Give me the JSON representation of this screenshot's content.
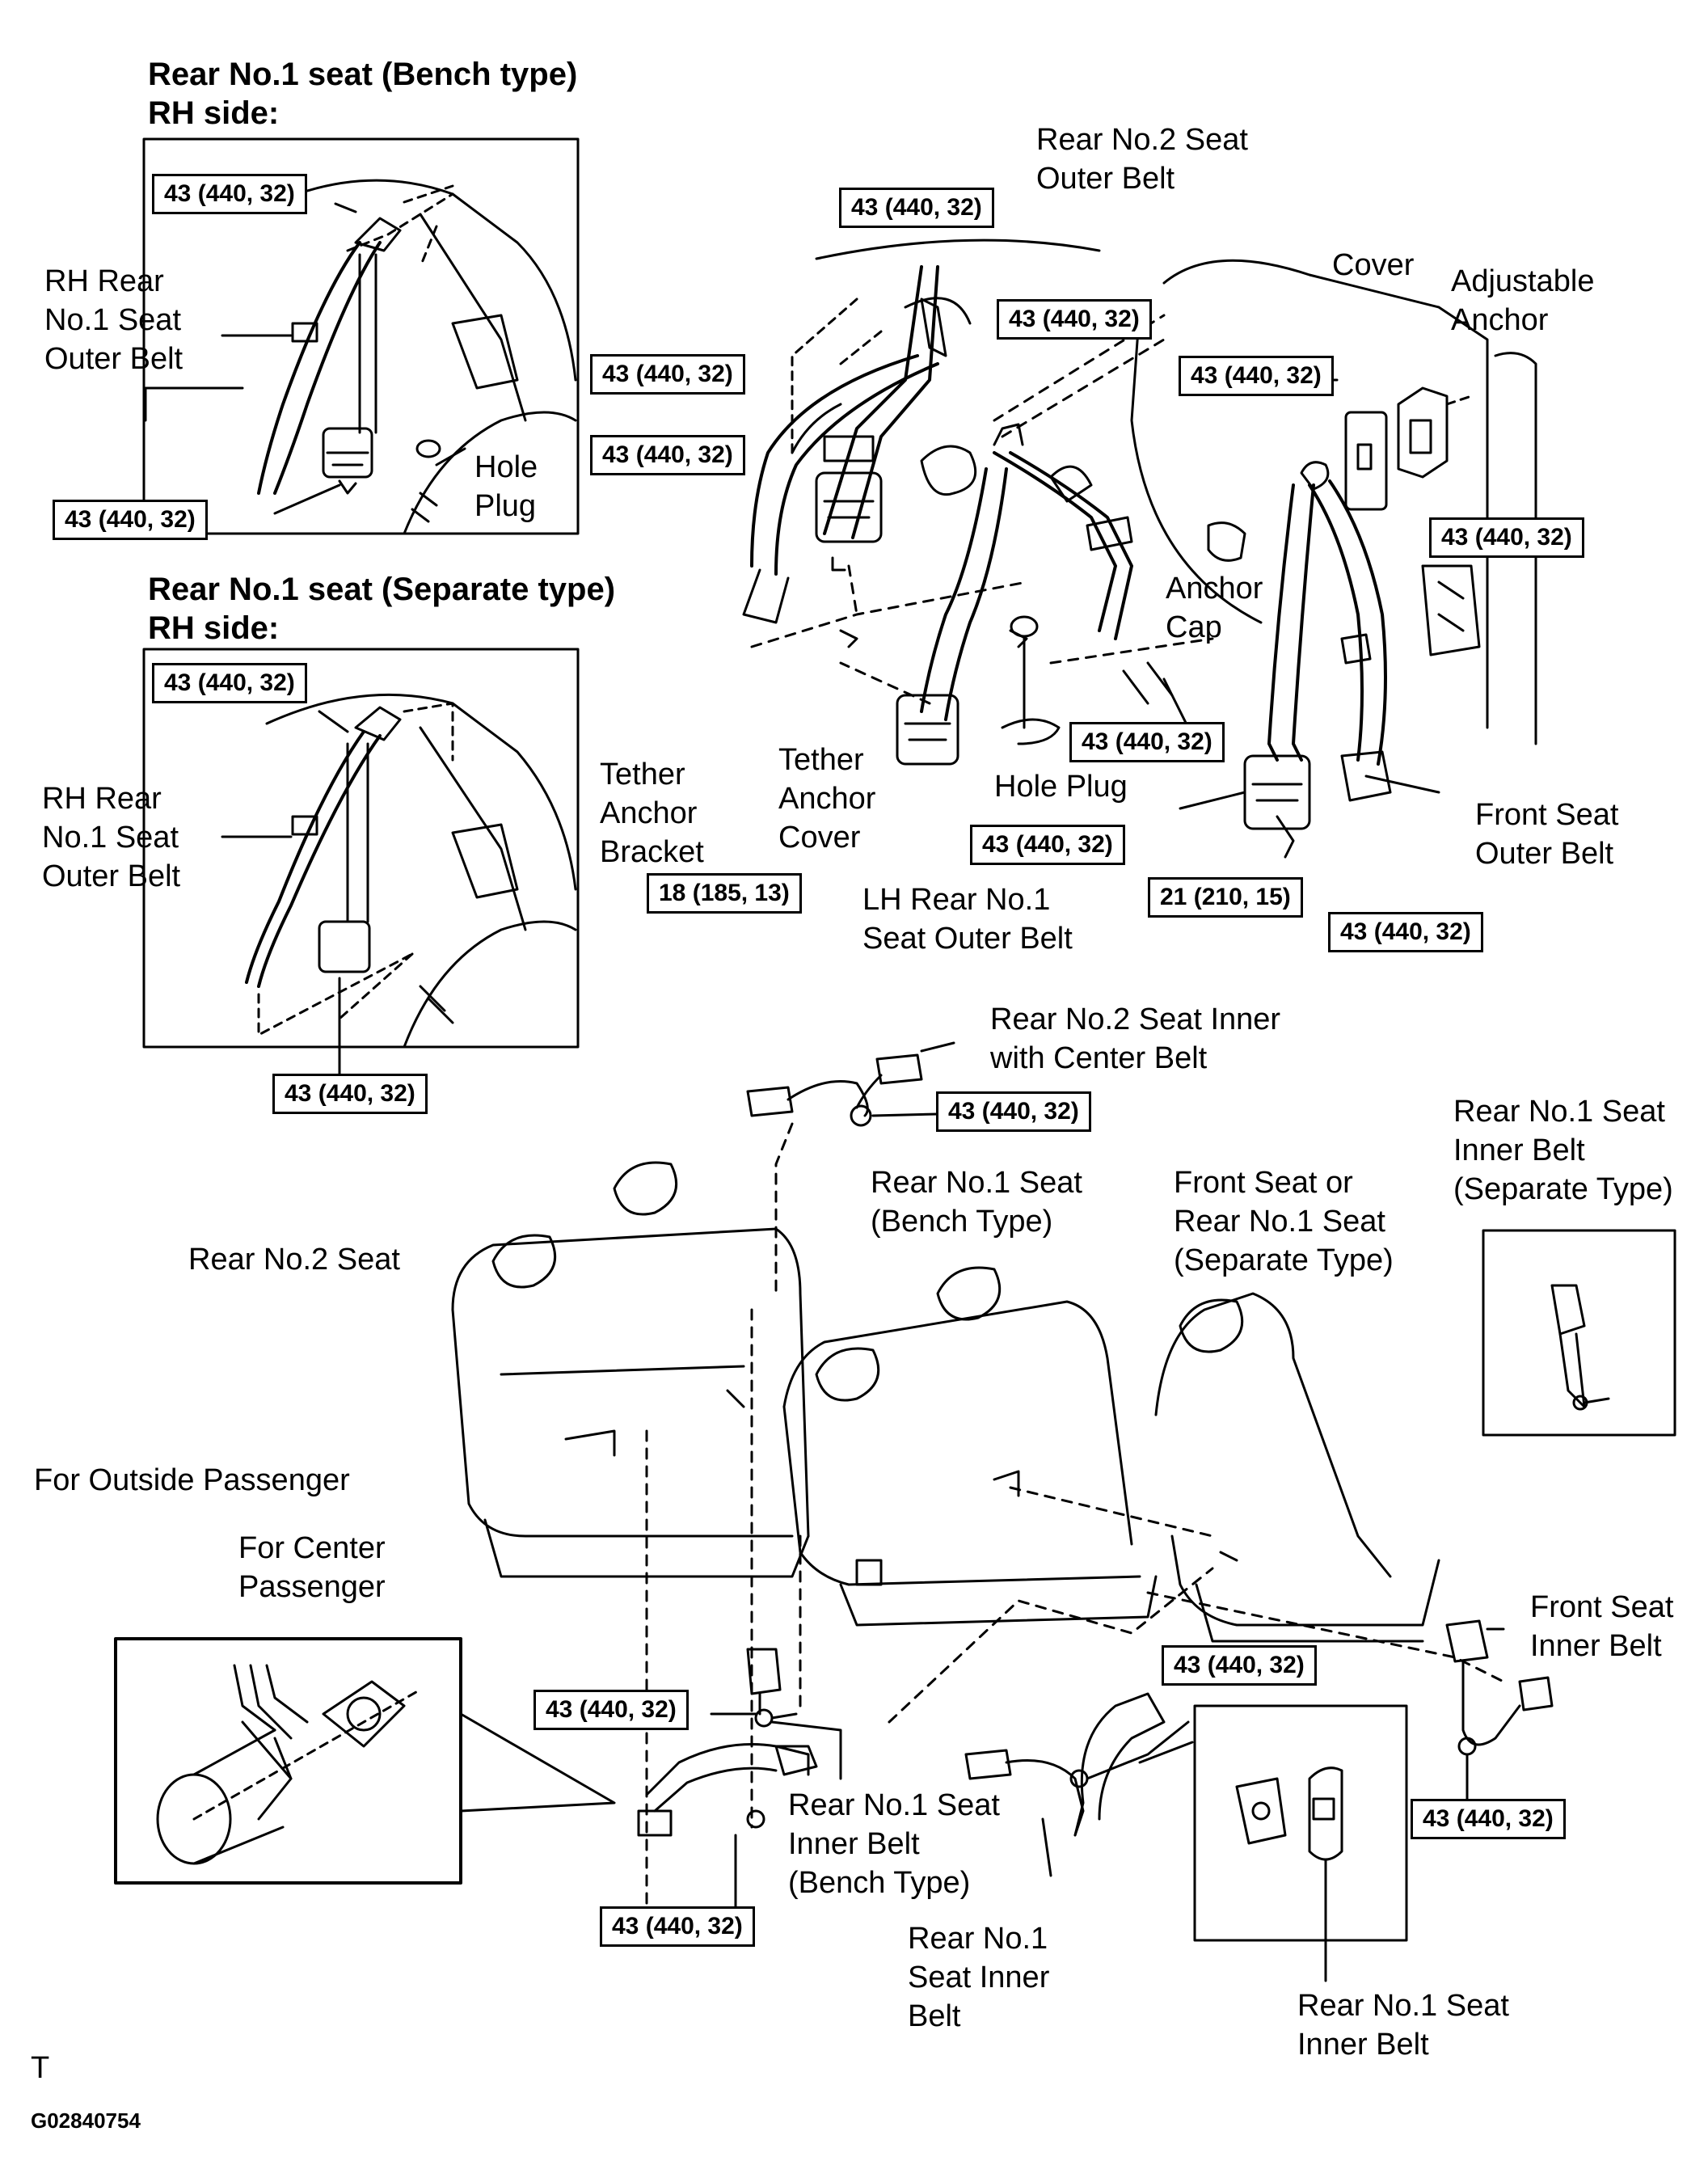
{
  "headers": {
    "bench": [
      "Rear No.1 seat (Bench type)",
      "RH side:"
    ],
    "separate": [
      "Rear No.1 seat (Separate type)",
      "RH side:"
    ]
  },
  "labels": {
    "rh_outer_bench": [
      "RH Rear",
      "No.1 Seat",
      "Outer Belt"
    ],
    "hole_plug_1": [
      "Hole",
      "Plug"
    ],
    "rh_outer_separate": [
      "RH Rear",
      "No.1 Seat",
      "Outer Belt"
    ],
    "rear2_outer": [
      "Rear No.2 Seat",
      "Outer Belt"
    ],
    "cover": "Cover",
    "adjustable_anchor": [
      "Adjustable",
      "Anchor"
    ],
    "anchor_cap": [
      "Anchor",
      "Cap"
    ],
    "tether_bracket": [
      "Tether",
      "Anchor",
      "Bracket"
    ],
    "tether_cover": [
      "Tether",
      "Anchor",
      "Cover"
    ],
    "hole_plug_2": "Hole Plug",
    "lh_outer": [
      "LH Rear No.1",
      "Seat Outer Belt"
    ],
    "front_outer": [
      "Front Seat",
      "Outer Belt"
    ],
    "rear2_inner": [
      "Rear No.2 Seat Inner",
      "with Center Belt"
    ],
    "rear1_inner_sep_top": [
      "Rear No.1 Seat",
      "Inner Belt",
      "(Separate Type)"
    ],
    "rear1_bench_seat": [
      "Rear No.1 Seat",
      "(Bench Type)"
    ],
    "front_or_rear1_sep": [
      "Front Seat or",
      "Rear No.1 Seat",
      "(Separate Type)"
    ],
    "rear2_seat": "Rear No.2 Seat",
    "outside_passenger": "For Outside Passenger",
    "center_passenger": [
      "For Center",
      "Passenger"
    ],
    "front_inner": [
      "Front Seat",
      "Inner Belt"
    ],
    "rear1_inner_bench": [
      "Rear No.1 Seat",
      "Inner Belt",
      "(Bench Type)"
    ],
    "rear1_inner": [
      "Rear No.1",
      "Seat Inner",
      "Belt"
    ],
    "rear1_inner_right": [
      "Rear No.1 Seat",
      "Inner Belt"
    ]
  },
  "torques": {
    "std": "43 (440, 32)",
    "tether_bolt": "18 (185, 13)",
    "front_lower": "21 (210, 15)"
  },
  "footer": {
    "mark": "T",
    "code": "G02840754"
  }
}
